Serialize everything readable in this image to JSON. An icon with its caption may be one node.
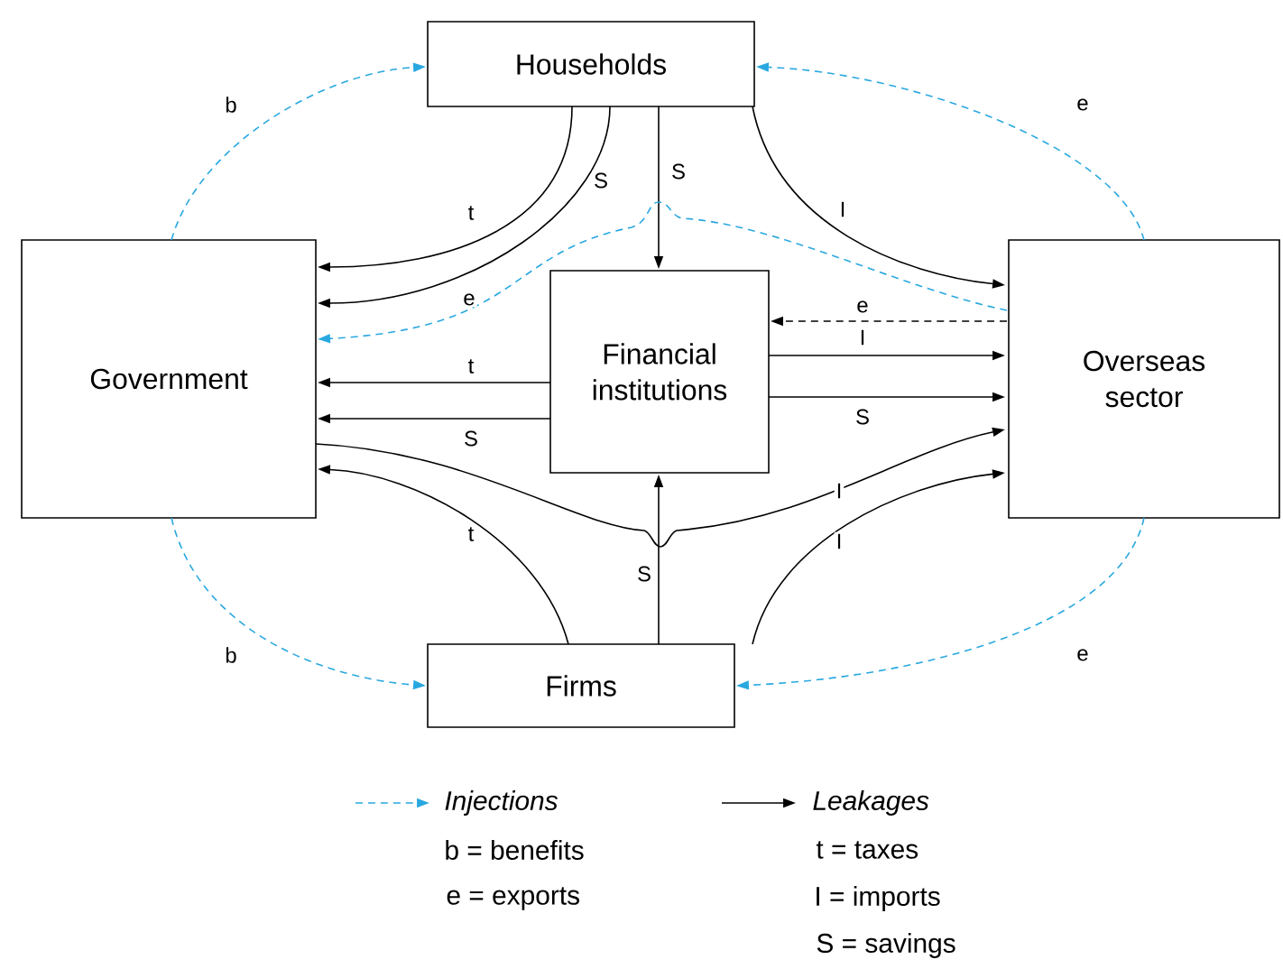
{
  "diagram": {
    "nodes": [
      {
        "text": [
          "Households"
        ]
      },
      {
        "text": [
          "Government"
        ]
      },
      {
        "text": [
          "Financial institutions"
        ]
      },
      {
        "text": [
          "Overseas sector"
        ]
      },
      {
        "text": [
          "Firms"
        ]
      }
    ],
    "edges": [
      {
        "from": 1,
        "to": 0,
        "arrow": "to",
        "label": "b",
        "style": "dashed",
        "color": "#29a8e0"
      },
      {
        "from": 3,
        "to": 0,
        "arrow": "to",
        "label": "e",
        "style": "dashed",
        "color": "#29a8e0"
      },
      {
        "from": 0,
        "to": 1,
        "arrow": "to",
        "label": "t"
      },
      {
        "from": 0,
        "to": 1,
        "arrow": "to",
        "label": "S"
      },
      {
        "from": 0,
        "to": 2,
        "arrow": "to",
        "label": "S"
      },
      {
        "from": 0,
        "to": 3,
        "arrow": "to",
        "label": "I"
      },
      {
        "from": 3,
        "to": 1,
        "arrow": "to",
        "label": "e",
        "style": "dashed",
        "color": "#29a8e0"
      },
      {
        "from": 3,
        "to": 2,
        "arrow": "to",
        "label": "e",
        "style": "dashed"
      },
      {
        "from": 2,
        "to": 3,
        "arrow": "to",
        "label": "I"
      },
      {
        "from": 2,
        "to": 3,
        "arrow": "to",
        "label": "S"
      },
      {
        "from": 2,
        "to": 1,
        "arrow": "to",
        "label": "t"
      },
      {
        "from": 2,
        "to": 1,
        "arrow": "to",
        "label": "S"
      },
      {
        "from": 1,
        "to": 3,
        "arrow": "to",
        "label": "I"
      },
      {
        "from": 4,
        "to": 1,
        "arrow": "to",
        "label": "t"
      },
      {
        "from": 4,
        "to": 2,
        "arrow": "to",
        "label": "S"
      },
      {
        "from": 4,
        "to": 3,
        "arrow": "to",
        "label": "I"
      },
      {
        "from": 1,
        "to": 4,
        "arrow": "to",
        "label": "b",
        "style": "dashed",
        "color": "#29a8e0"
      },
      {
        "from": 3,
        "to": 4,
        "arrow": "to",
        "label": "e",
        "style": "dashed",
        "color": "#29a8e0"
      }
    ],
    "labels": [
      "b = benefits",
      "e = exports",
      "t = taxes",
      "I = imports",
      "S = savings"
    ],
    "legend": [
      {
        "text": "Injections"
      },
      {
        "text": "Leakages"
      }
    ]
  }
}
